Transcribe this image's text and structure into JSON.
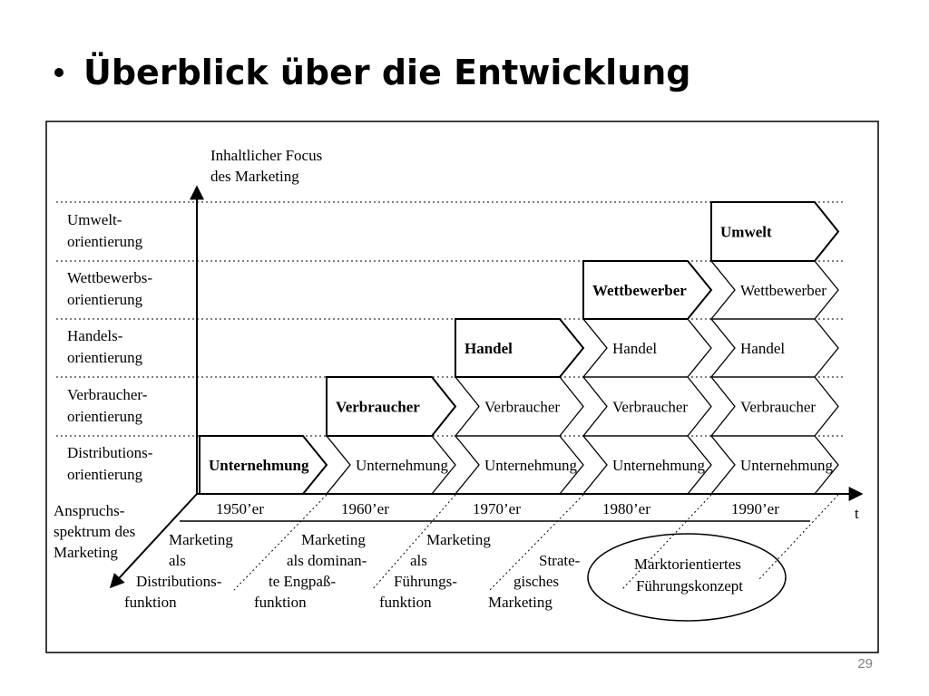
{
  "title": "Überblick über die Entwicklung",
  "page_number": "29",
  "diagram": {
    "y_axis_label": [
      "Inhaltlicher Focus",
      "des Marketing"
    ],
    "t_label": "t",
    "z_axis_label": [
      "Anspruchs-",
      "spektrum des",
      "Marketing"
    ],
    "rows": [
      {
        "label": [
          "Umwelt-",
          "orientierung"
        ],
        "focus": "Umwelt"
      },
      {
        "label": [
          "Wettbewerbs-",
          "orientierung"
        ],
        "focus": "Wettbewerber"
      },
      {
        "label": [
          "Handels-",
          "orientierung"
        ],
        "focus": "Handel"
      },
      {
        "label": [
          "Verbraucher-",
          "orientierung"
        ],
        "focus": "Verbraucher"
      },
      {
        "label": [
          "Distributions-",
          "orientierung"
        ],
        "focus": "Unternehmung"
      }
    ],
    "decades": [
      "1950’er",
      "1960’er",
      "1970’er",
      "1980’er",
      "1990’er"
    ],
    "phases": [
      [
        "Marketing",
        "als",
        "Distributions-",
        "funktion"
      ],
      [
        "Marketing",
        "als dominan-",
        "te Engpaß-",
        "funktion"
      ],
      [
        "Marketing",
        "als",
        "Führungs-",
        "funktion"
      ],
      [
        "Strate-",
        "gisches",
        "Marketing"
      ],
      [
        "Marktorientiertes",
        "Führungskonzept"
      ]
    ]
  }
}
